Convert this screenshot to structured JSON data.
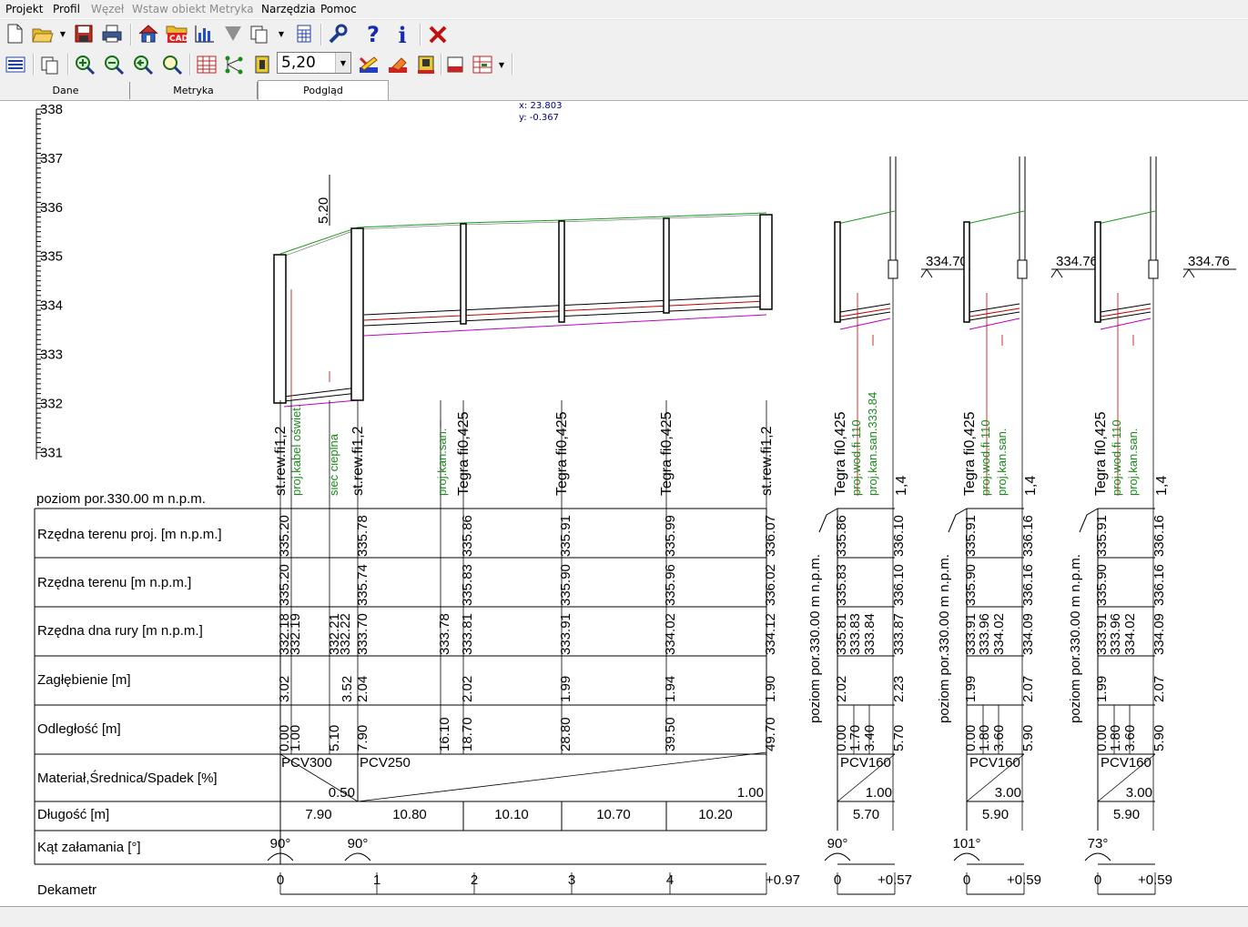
{
  "menu": [
    "Projekt",
    "Profil",
    "Węzeł",
    "Wstaw obiekt",
    "Metryka",
    "Narzędzia",
    "Pomoc"
  ],
  "toolbar": {
    "zoom_value": "5,20",
    "coord_x": "x: 23.803",
    "coord_y": "y: -0.367"
  },
  "tabs": [
    "Dane",
    "Metryka",
    "Podgląd"
  ],
  "profile": {
    "axis_ticks": [
      "338",
      "337",
      "336",
      "335",
      "334",
      "333",
      "332",
      "331"
    ],
    "scale_label": "5.20",
    "datum_label": "poziom por.330.00 m n.p.m.",
    "row_labels": [
      "Rzędna terenu proj. [m n.p.m.]",
      "Rzędna terenu [m n.p.m.]",
      "Rzędna dna rury [m n.p.m.]",
      "Zagłębienie [m]",
      "Odległość [m]",
      "Materiał,Średnica/Spadek [%]",
      "Długość [m]",
      "Kąt załamania [°]",
      "Dekametr"
    ],
    "main": {
      "node_labels": [
        {
          "text": "st.rew.fi1,2",
          "type": "node"
        },
        {
          "text": "proj.kabel oświet.",
          "type": "cross"
        },
        {
          "text": "sieć cieplna",
          "type": "cross"
        },
        {
          "text": "st.rew.fi1,2",
          "type": "node"
        },
        {
          "text": "proj.kan.san.",
          "type": "cross"
        },
        {
          "text": "Tegra fi0,425",
          "type": "node"
        },
        {
          "text": "Tegra fi0,425",
          "type": "node"
        },
        {
          "text": "Tegra fi0,425",
          "type": "node"
        },
        {
          "text": "st.rew.fi1,2",
          "type": "node"
        }
      ],
      "terrain_proj": [
        "335.20",
        "335.78",
        "335.86",
        "335.91",
        "335.99",
        "336.07"
      ],
      "terrain": [
        "335.20",
        "335.74",
        "335.83",
        "335.90",
        "335.96",
        "336.02"
      ],
      "invert": [
        "332.18",
        "332.19",
        "332.21",
        "332.22",
        "333.70",
        "333.78",
        "333.81",
        "333.91",
        "334.02",
        "334.12"
      ],
      "depth": [
        "3.02",
        "3.52",
        "2.04",
        "2.02",
        "1.99",
        "1.94",
        "1.90"
      ],
      "distance": [
        "0.00",
        "1.00",
        "5.10",
        "7.90",
        "16.10",
        "18.70",
        "28.80",
        "39.50",
        "49.70"
      ],
      "materials": [
        {
          "name": "PCV300",
          "slope": "0.50"
        },
        {
          "name": "PCV250",
          "slope": "1.00"
        }
      ],
      "lengths": [
        "7.90",
        "10.80",
        "10.10",
        "10.70",
        "10.20"
      ],
      "angles": [
        "90°",
        "90°"
      ],
      "dekametr": [
        "0",
        "1",
        "2",
        "3",
        "4",
        "+0.97"
      ]
    },
    "branches": [
      {
        "datum": "poziom por.330.00 m n.p.m.",
        "pipe_level": "334.70",
        "labels": [
          {
            "text": "Tegra fi0,425",
            "type": "node"
          },
          {
            "text": "proj.wod.fi 110",
            "type": "cross"
          },
          {
            "text": "proj.kan.san.333.84",
            "type": "cross"
          },
          {
            "text": "1,4",
            "type": "node"
          }
        ],
        "terrain_proj": [
          "335.86",
          "336.10"
        ],
        "terrain": [
          "335.83",
          "336.10"
        ],
        "invert": [
          "335.81",
          "333.83",
          "333.84",
          "333.87"
        ],
        "depth": [
          "2.02",
          "2.23"
        ],
        "distance": [
          "0.00",
          "1.70",
          "3.40",
          "5.70"
        ],
        "material": "PCV160",
        "slope": "1.00",
        "length": "5.70",
        "angle": "90°",
        "dekametr": [
          "0",
          "+0.57"
        ]
      },
      {
        "datum": "poziom por.330.00 m n.p.m.",
        "pipe_level": "334.76",
        "labels": [
          {
            "text": "Tegra fi0,425",
            "type": "node"
          },
          {
            "text": "proj.wod.fi 110",
            "type": "cross"
          },
          {
            "text": "proj.kan.san.",
            "type": "cross"
          },
          {
            "text": "1,4",
            "type": "node"
          }
        ],
        "terrain_proj": [
          "335.91",
          "336.16"
        ],
        "terrain": [
          "335.90",
          "336.16"
        ],
        "invert": [
          "333.91",
          "333.96",
          "334.02",
          "334.09"
        ],
        "depth": [
          "1.99",
          "2.07"
        ],
        "distance": [
          "0.00",
          "1.80",
          "3.60",
          "5.90"
        ],
        "material": "PCV160",
        "slope": "3.00",
        "length": "5.90",
        "angle": "101°",
        "dekametr": [
          "0",
          "+0.59"
        ]
      },
      {
        "datum": "poziom por.330.00 m n.p.m.",
        "pipe_level": "334.76",
        "labels": [
          {
            "text": "Tegra fi0,425",
            "type": "node"
          },
          {
            "text": "proj.wod.fi 110",
            "type": "cross"
          },
          {
            "text": "proj.kan.san.",
            "type": "cross"
          },
          {
            "text": "1,4",
            "type": "node"
          }
        ],
        "terrain_proj": [
          "335.91",
          "336.16"
        ],
        "terrain": [
          "335.90",
          "336.16"
        ],
        "invert": [
          "333.91",
          "333.96",
          "334.02",
          "334.09"
        ],
        "depth": [
          "1.99",
          "2.07"
        ],
        "distance": [
          "0.00",
          "1.80",
          "3.60",
          "5.90"
        ],
        "material": "PCV160",
        "slope": "3.00",
        "length": "5.90",
        "angle": "73°",
        "dekametr": [
          "0",
          "+0.59"
        ]
      }
    ]
  }
}
